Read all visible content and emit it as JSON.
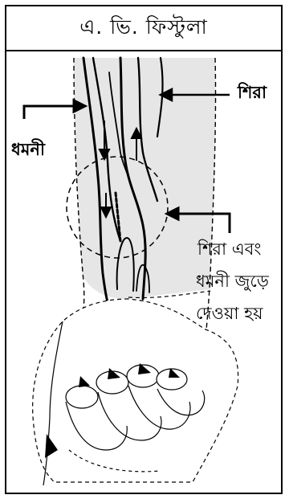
{
  "title": "এ. ভি. ফিস্টুলা",
  "labels": {
    "vein": "শিরা",
    "artery": "ধমনী",
    "joined_line1": "শিরা এবং",
    "joined_line2": "ধমনী জুড়ে",
    "joined_line3": "দেওয়া হয়"
  },
  "colors": {
    "ink": "#000000",
    "skin_shade": "#e6e6e6",
    "background": "#ffffff"
  }
}
